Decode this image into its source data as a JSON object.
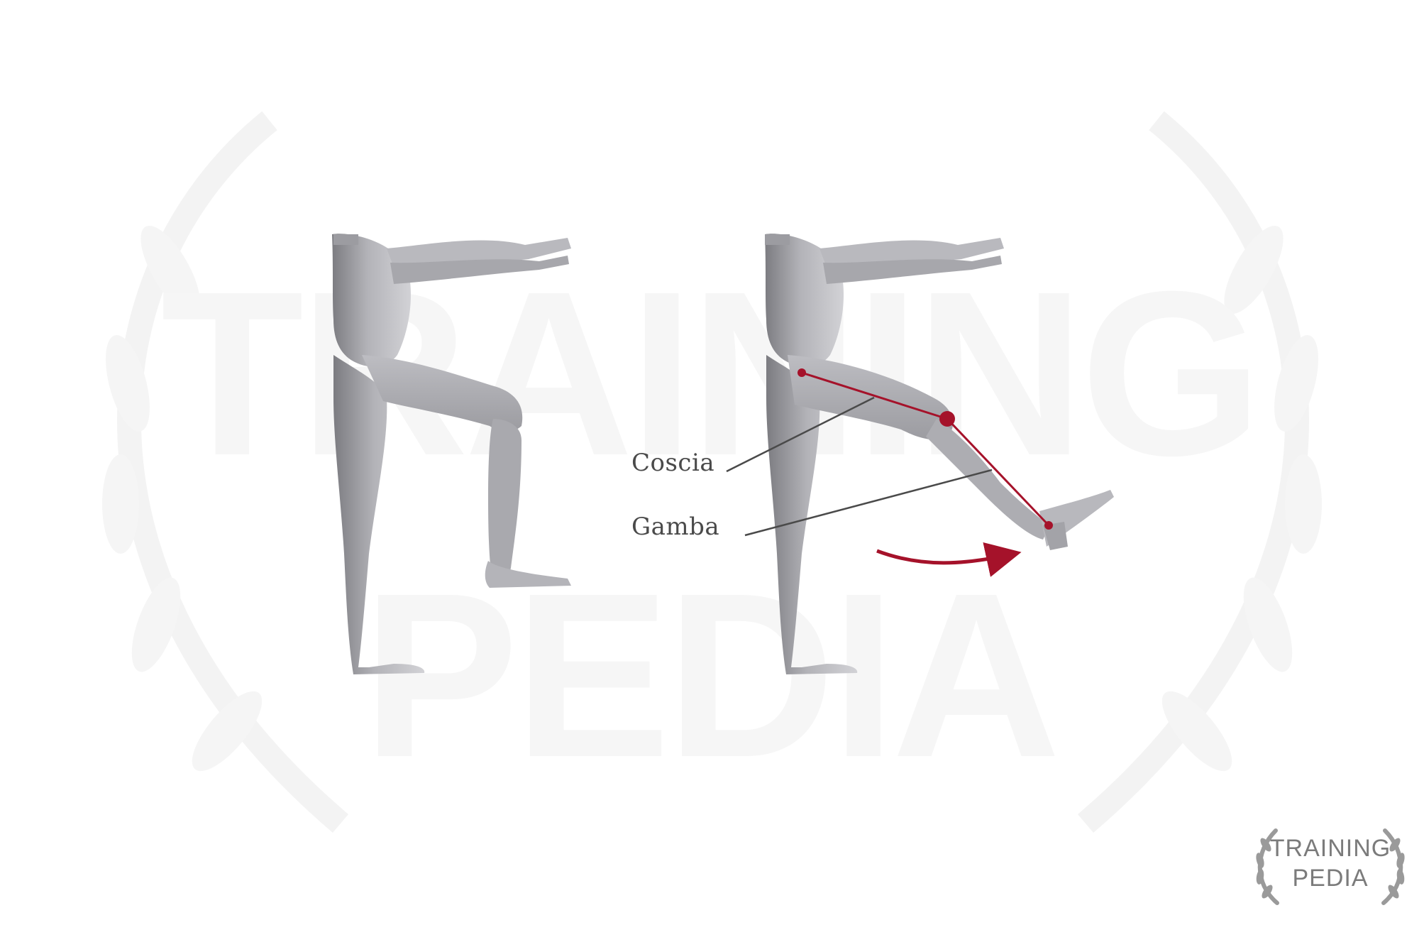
{
  "labels": {
    "thigh": "Coscia",
    "shin": "Gamba"
  },
  "watermark": {
    "line1": "TRAINING",
    "line2": "PEDIA"
  },
  "logo": {
    "line1": "TRAINING",
    "line2": "PEDIA"
  },
  "colors": {
    "body": "#a9a9ad",
    "body_shadow": "#6f6f74",
    "accent": "#a5122a",
    "leader_line": "#4a4a4a",
    "watermark": "#f4f4f4",
    "logo": "#7b7b7b"
  },
  "icons": {
    "logo_wreath": "laurel-wreath-icon",
    "motion_arrow": "curved-arrow-right-icon"
  }
}
